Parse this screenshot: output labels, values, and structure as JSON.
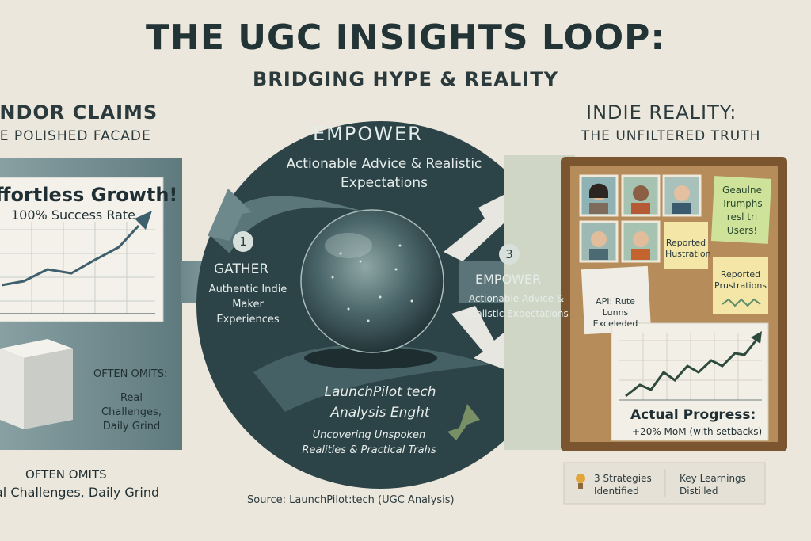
{
  "title": "THE UGC INSIGHTS LOOP:",
  "subtitle": "BRIDGING HYPE & REALITY",
  "vendor": {
    "header": "ENDOR CLAIMS",
    "subheader": "HE POLISHED FACADE",
    "card_title": "ffortless Growth!",
    "card_subtitle": "100% Success Rate",
    "omits_small_title": "OFTEN OMITS:",
    "omits_small_text": "Real Challenges, Daily Grind",
    "omits_big_title": "OFTEN OMITS",
    "omits_big_text": "al Challenges, Daily Grind"
  },
  "loop": {
    "top_title": "EMPOWER",
    "top_text": "Actionable Advice & Realistic Expectations",
    "step1_number": "1",
    "step1_title": "GATHER",
    "step1_text": "Authentic Indie Maker Experiences",
    "step3_number": "3",
    "step3_title": "EMPOWER",
    "step3_text": "Actionable Advice & Realistic Expectations",
    "analysis_title": "LaunchPilot tech Analysis Enght",
    "analysis_text": "Uncovering Unspoken Realities & Practical Trahs"
  },
  "source": "Source: LaunchPilot:tech (UGC Analysis)",
  "indie": {
    "header": "INDIE REALITY:",
    "subheader": "THE UNFILTERED TRUTH",
    "note_green": "Geaulne Trumphs resl trı Users!",
    "note_reported_1": "Reported Hustration",
    "note_reported_2": "Reported Prustrations",
    "note_api": "API: Rute Lunns Exceleded",
    "progress_title": "Actual Progress:",
    "progress_sub": "+20% MoM (with setbacks)",
    "footer_left": "3 Strategies Identified",
    "footer_right": "Key Learnings Distilled"
  },
  "colors": {
    "background": "#ece7dc",
    "loop_dark": "#2c4348",
    "vendor_panel": "#6f8a8e",
    "cork": "#b58c5a",
    "frame": "#7a5530",
    "chart_line": "#3e5f6c",
    "progress_line": "#2e4a3c",
    "sticky_yellow": "#f3e6a6",
    "sticky_green": "#cfe29a"
  },
  "icons": {
    "bulb": "lightbulb-icon"
  }
}
